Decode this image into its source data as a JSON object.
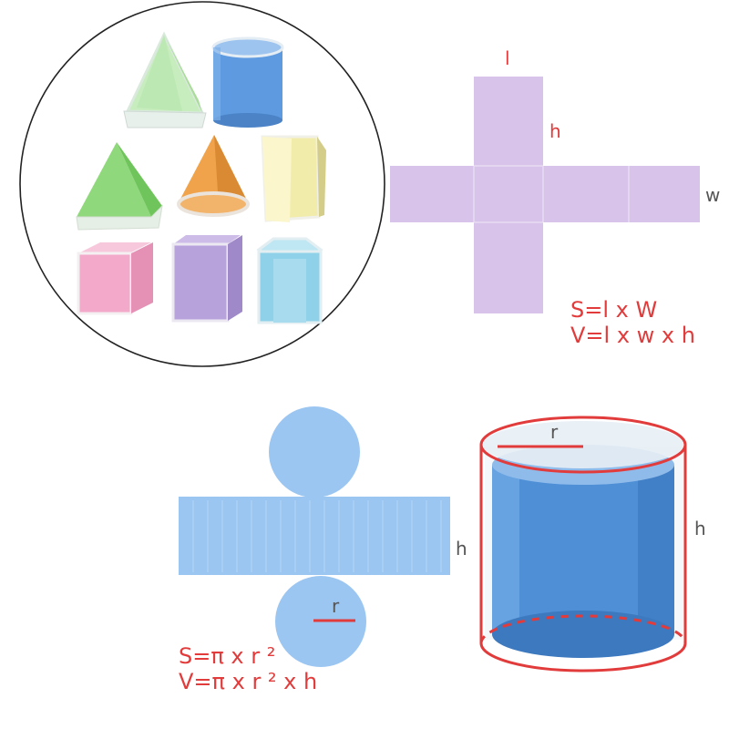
{
  "colors": {
    "red": "#e23b3b",
    "purple_net": "#d8c3ea",
    "blue_net": "#9cc6f2",
    "cylinder_blue": "#4e8fd6",
    "label_gray": "#555555",
    "circle_border": "#222222"
  },
  "rect_net": {
    "label_l": "l",
    "label_h": "h",
    "label_w": "w",
    "formula_surface": "S=l x W",
    "formula_volume": "V=l x w x h"
  },
  "cylinder_net": {
    "label_h": "h",
    "label_r": "r",
    "formula_surface": "S=π x r ²",
    "formula_volume": "V=π x r ² x h"
  },
  "cylinder_model": {
    "label_r": "r",
    "label_h": "h"
  },
  "solids": [
    {
      "shape": "triangular-pyramid",
      "color": "#b9e7b0"
    },
    {
      "shape": "cylinder",
      "color": "#5d9ae0"
    },
    {
      "shape": "square-pyramid",
      "color": "#8fd87b"
    },
    {
      "shape": "cone",
      "color": "#f0a34a"
    },
    {
      "shape": "triangular-prism",
      "color": "#f2ecaa"
    },
    {
      "shape": "cube",
      "color": "#f3a9c9"
    },
    {
      "shape": "rectangular-prism",
      "color": "#b8a2dc"
    },
    {
      "shape": "hexagonal-prism",
      "color": "#8fd1e8"
    }
  ]
}
